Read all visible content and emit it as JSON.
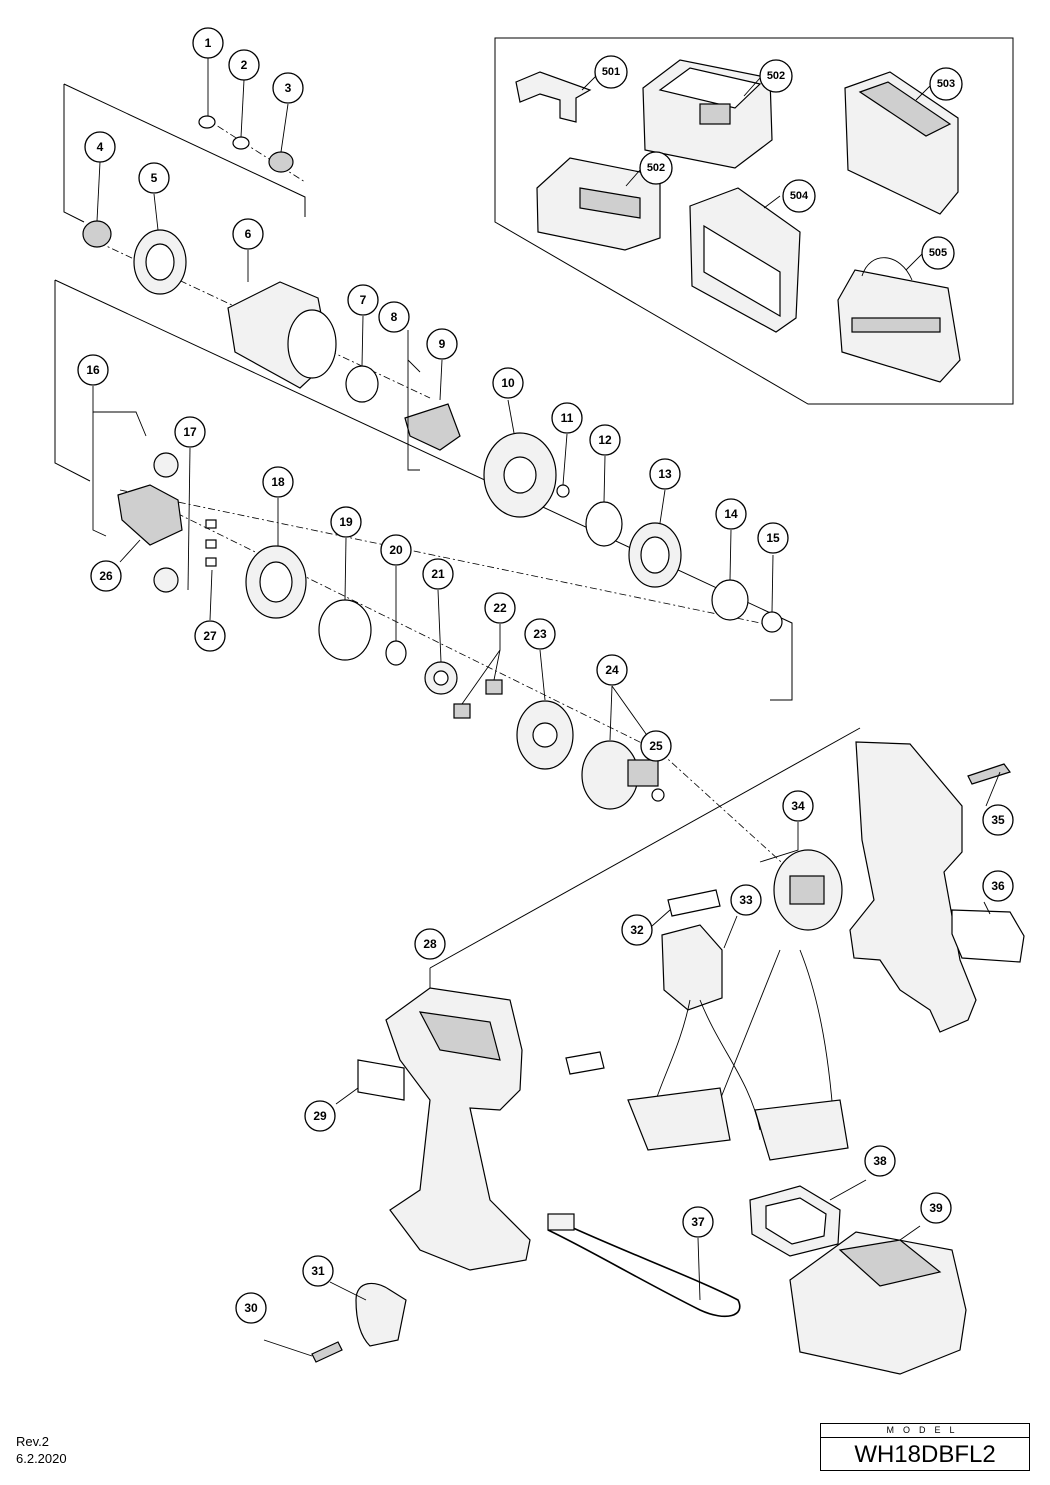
{
  "revision": "Rev.2",
  "date": "6.2.2020",
  "model_caption": "MODEL",
  "model_name": "WH18DBFL2",
  "callouts": [
    "1",
    "2",
    "3",
    "4",
    "5",
    "6",
    "7",
    "8",
    "9",
    "10",
    "11",
    "12",
    "13",
    "14",
    "15",
    "16",
    "17",
    "18",
    "19",
    "20",
    "21",
    "22",
    "23",
    "24",
    "25",
    "26",
    "27",
    "28",
    "29",
    "30",
    "31",
    "32",
    "33",
    "34",
    "35",
    "36",
    "37",
    "38",
    "39",
    "501",
    "502",
    "502",
    "503",
    "504",
    "505"
  ]
}
